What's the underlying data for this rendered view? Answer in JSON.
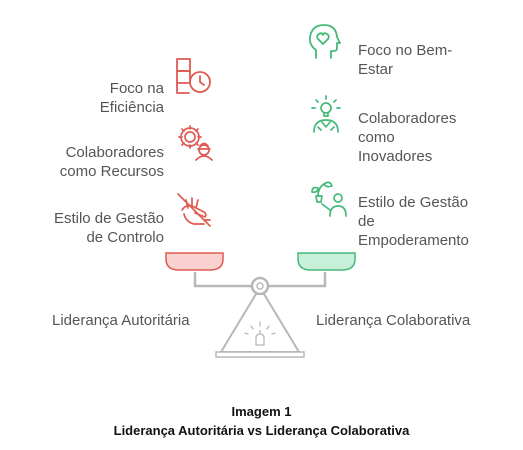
{
  "left": {
    "side_label": "Liderança Autoritária",
    "items": [
      {
        "label": "Foco na\nEficiência",
        "icon": "clipboard-clock-icon"
      },
      {
        "label": "Colaboradores\ncomo Recursos",
        "icon": "gears-worker-icon"
      },
      {
        "label": "Estilo de Gestão\nde Controlo",
        "icon": "controlling-hand-icon"
      }
    ]
  },
  "right": {
    "side_label": "Liderança Colaborativa",
    "items": [
      {
        "label": "Foco no Bem-\nEstar",
        "icon": "heart-head-icon"
      },
      {
        "label": "Colaboradores\ncomo\nInovadores",
        "icon": "lightbulb-person-icon"
      },
      {
        "label": "Estilo de Gestão\nde\nEmpoderamento",
        "icon": "growing-plant-person-icon"
      }
    ]
  },
  "caption": {
    "number": "Imagem 1",
    "title": "Liderança Autoritária vs Liderança Colaborativa"
  },
  "colors": {
    "left_accent": "#e05a52",
    "left_pan_fill": "#f9d1cf",
    "right_accent": "#45b97a",
    "right_pan_fill": "#c8efd9",
    "scale_gray": "#b8b8b8"
  }
}
